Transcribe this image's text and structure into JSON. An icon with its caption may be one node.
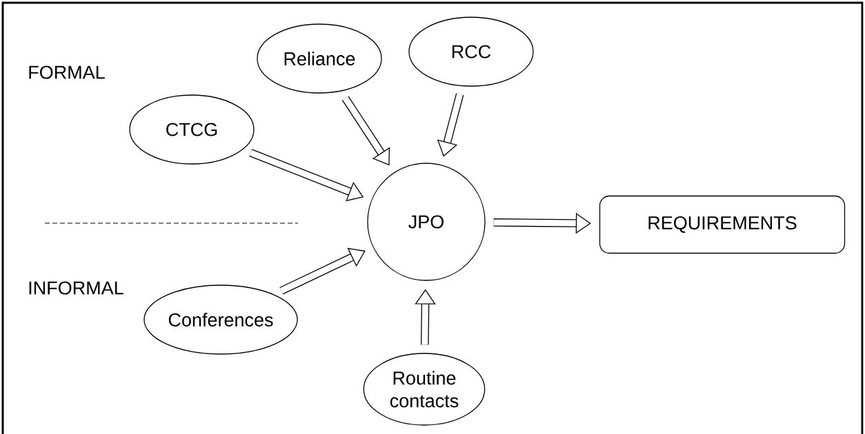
{
  "diagram": {
    "nodes": [
      {
        "text": [
          "Reliance"
        ]
      },
      {
        "text": [
          "RCC"
        ]
      },
      {
        "text": [
          "CTCG"
        ]
      },
      {
        "text": [
          "JPO"
        ]
      },
      {
        "text": [
          "REQUIREMENTS"
        ]
      },
      {
        "text": [
          "Conferences"
        ]
      },
      {
        "text": [
          "Routine contacts"
        ]
      }
    ],
    "edges": [
      {
        "from": 0,
        "to": 3,
        "arrow": "to"
      },
      {
        "from": 1,
        "to": 3,
        "arrow": "to"
      },
      {
        "from": 2,
        "to": 3,
        "arrow": "to"
      },
      {
        "from": 3,
        "to": 4,
        "arrow": "to"
      },
      {
        "from": 5,
        "to": 3,
        "arrow": "to"
      },
      {
        "from": 6,
        "to": 3,
        "arrow": "to"
      }
    ],
    "labels": [
      "FORMAL",
      "INFORMAL"
    ]
  }
}
